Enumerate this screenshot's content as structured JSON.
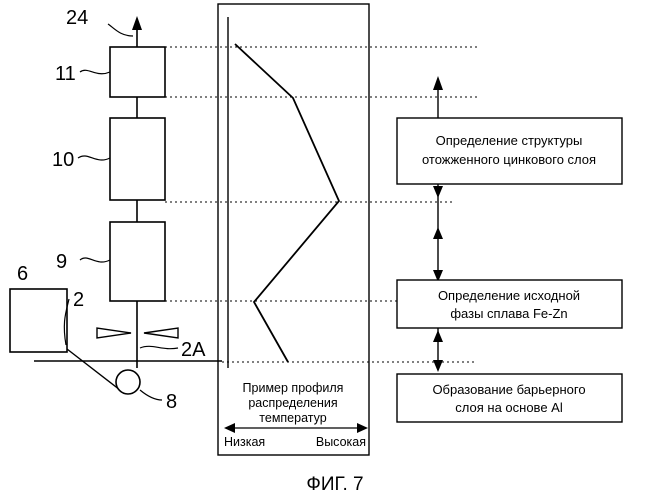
{
  "ref_numbers": {
    "top_output": "24",
    "unit_11": "11",
    "unit_10": "10",
    "unit_9": "9",
    "unit_6": "6",
    "strip": "2",
    "gas_wiping": "2A",
    "roll": "8"
  },
  "profile": {
    "caption_line1": "Пример профиля",
    "caption_line2": "распределения",
    "caption_line3": "температур",
    "low_label": "Низкая",
    "high_label": "Высокая"
  },
  "steps": [
    {
      "line1": "Определение структуры",
      "line2": "отожженного цинкового слоя"
    },
    {
      "line1": "Определение исходной",
      "line2": "фазы сплава Fe-Zn"
    },
    {
      "line1": "Образование барьерного",
      "line2": "слоя на основе Al"
    }
  ],
  "figure_caption": "ФИГ. 7"
}
